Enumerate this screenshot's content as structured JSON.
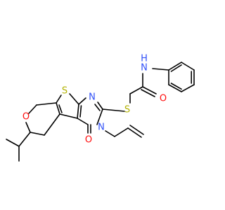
{
  "atom_labels": {
    "nh": "N",
    "nh_h": "H",
    "amide_o": "O",
    "thioether_s": "S",
    "ring_n_top": "N",
    "ring_n_allyl": "N",
    "ketone_o": "O",
    "thiophene_s": "S",
    "pyran_o": "O"
  },
  "colors": {
    "bond": "#000000",
    "nitrogen": "#3050F8",
    "oxygen": "#FF0D0D",
    "sulfur": "#B2B200"
  }
}
